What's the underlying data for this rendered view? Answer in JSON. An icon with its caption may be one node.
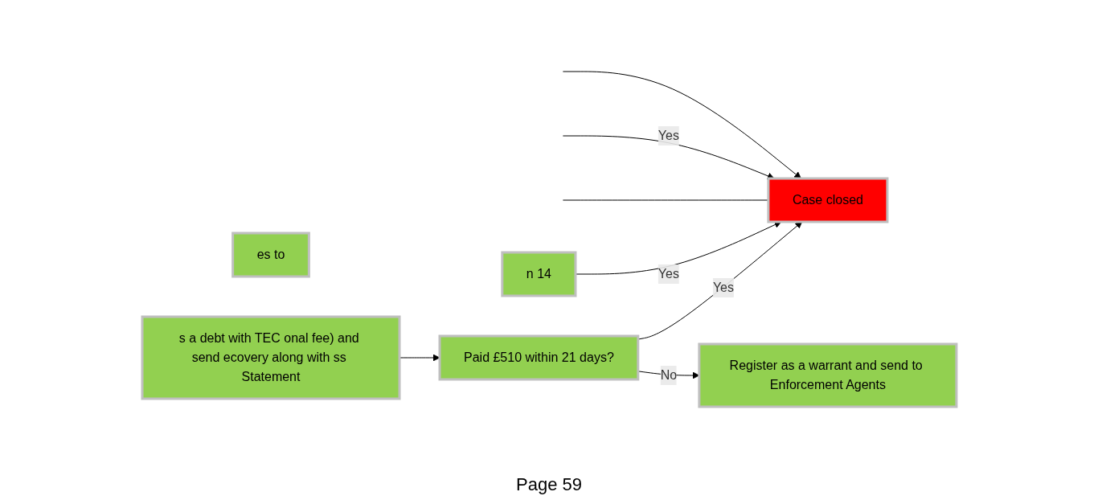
{
  "diagram": {
    "nodes": [
      {
        "text": [
          "Case closed"
        ]
      },
      {
        "text": [
          "es to"
        ]
      },
      {
        "text": [
          "n 14"
        ]
      },
      {
        "text": [
          "s a debt with TEC onal fee) and send ecovery along with ss Statement"
        ]
      },
      {
        "text": [
          "Paid £510 within 21 days?"
        ]
      },
      {
        "text": [
          "Register as a warrant and send to Enforcement Agents"
        ]
      }
    ],
    "edges": [
      {
        "from": null,
        "to": 0,
        "arrow": "to"
      },
      {
        "from": null,
        "to": 0,
        "arrow": "to",
        "label": "Yes"
      },
      {
        "from": null,
        "to": 0,
        "arrow": "none"
      },
      {
        "from": 2,
        "to": 0,
        "arrow": "to",
        "label": "Yes"
      },
      {
        "from": 4,
        "to": 0,
        "arrow": "to",
        "label": "Yes"
      },
      {
        "from": 3,
        "to": 4,
        "arrow": "to"
      },
      {
        "from": 4,
        "to": 5,
        "arrow": "to",
        "label": "No"
      }
    ],
    "labels": [
      "Page 59"
    ]
  }
}
